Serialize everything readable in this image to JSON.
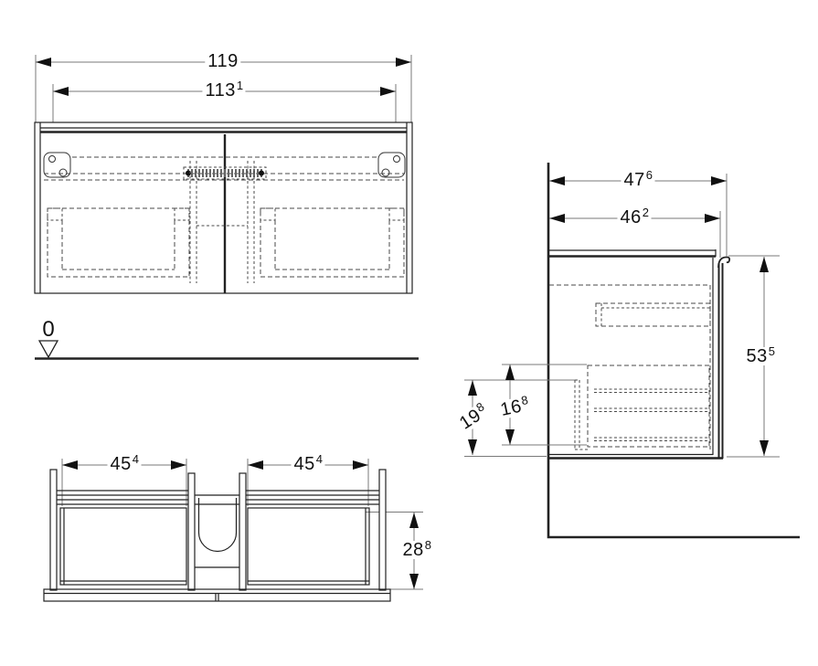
{
  "colors": {
    "background": "#ffffff",
    "object_line": "#222222",
    "dimension_line": "#7a7a7a",
    "text": "#111111"
  },
  "views": {
    "front": {
      "dims": {
        "overall_width": {
          "value": "119",
          "sup": ""
        },
        "mounting_width": {
          "value": "113",
          "sup": "1"
        }
      },
      "datum": {
        "value": "0"
      }
    },
    "plan": {
      "dims": {
        "left_compartment_width": {
          "value": "45",
          "sup": "4"
        },
        "right_compartment_width": {
          "value": "45",
          "sup": "4"
        },
        "compartment_depth": {
          "value": "28",
          "sup": "8"
        }
      }
    },
    "side": {
      "dims": {
        "overall_depth": {
          "value": "47",
          "sup": "6"
        },
        "body_depth": {
          "value": "46",
          "sup": "2"
        },
        "height": {
          "value": "53",
          "sup": "5"
        },
        "bottom_clearance_outer": {
          "value": "19",
          "sup": "8"
        },
        "bottom_clearance_inner": {
          "value": "16",
          "sup": "8"
        }
      }
    }
  }
}
